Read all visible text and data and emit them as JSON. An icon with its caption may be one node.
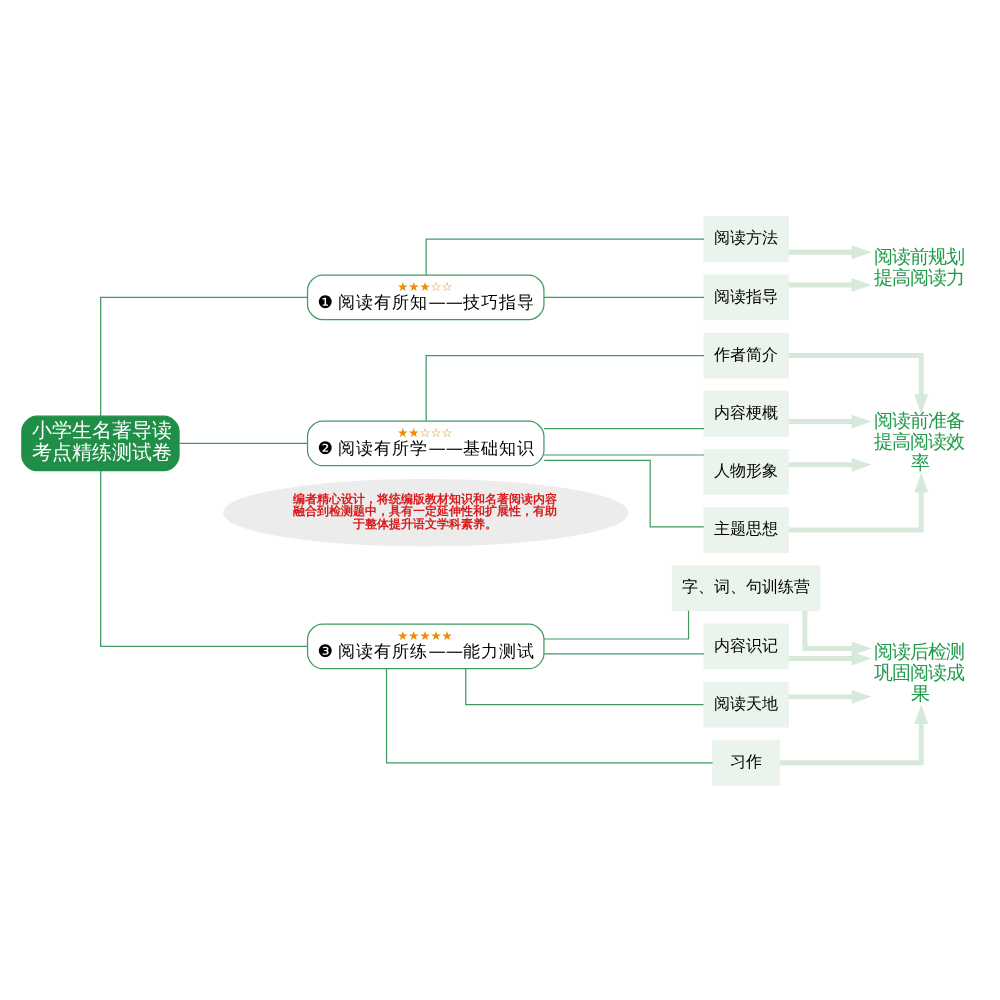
{
  "diagram": {
    "nodes": [
      {
        "text": [
          "小学生名著导读考点精练测试卷"
        ]
      },
      {
        "text": [
          "★★★☆☆",
          "❶ 阅读有所知——技巧指导"
        ]
      },
      {
        "text": [
          "阅读方法"
        ]
      },
      {
        "text": [
          "阅读指导"
        ]
      },
      {
        "text": [
          "阅读前规划提高阅读力"
        ]
      },
      {
        "text": [
          "★★☆☆☆",
          "❷ 阅读有所学——基础知识"
        ]
      },
      {
        "text": [
          "作者简介"
        ]
      },
      {
        "text": [
          "内容梗概"
        ]
      },
      {
        "text": [
          "人物形象"
        ]
      },
      {
        "text": [
          "主题思想"
        ]
      },
      {
        "text": [
          "阅读前准备提高阅读效率"
        ]
      },
      {
        "text": [
          "编者精心设计，将统编版教材知识和名著阅读内容融合到检测题中，具有一定延伸性和扩展性，有助于整体提升语文学科素养。"
        ]
      },
      {
        "text": [
          "★★★★★",
          "❸ 阅读有所练——能力测试"
        ]
      },
      {
        "text": [
          "字、词、句训练营"
        ]
      },
      {
        "text": [
          "内容识记"
        ]
      },
      {
        "text": [
          "阅读天地"
        ]
      },
      {
        "text": [
          "习作"
        ]
      },
      {
        "text": [
          "阅读后检测巩固阅读成果"
        ]
      }
    ],
    "edges": [
      {
        "from": 0,
        "to": 1,
        "arrow": "none"
      },
      {
        "from": 0,
        "to": 5,
        "arrow": "none"
      },
      {
        "from": 0,
        "to": 12,
        "arrow": "none"
      },
      {
        "from": 1,
        "to": 2,
        "arrow": "none"
      },
      {
        "from": 1,
        "to": 3,
        "arrow": "none"
      },
      {
        "from": 2,
        "to": 4,
        "arrow": "to",
        "style": "thick",
        "color": "#d6e9da"
      },
      {
        "from": 3,
        "to": 4,
        "arrow": "to",
        "style": "thick",
        "color": "#d6e9da"
      },
      {
        "from": 5,
        "to": 6,
        "arrow": "none"
      },
      {
        "from": 5,
        "to": 7,
        "arrow": "none"
      },
      {
        "from": 5,
        "to": 8,
        "arrow": "none"
      },
      {
        "from": 5,
        "to": 9,
        "arrow": "none"
      },
      {
        "from": 6,
        "to": 10,
        "arrow": "to",
        "style": "thick",
        "color": "#d6e9da"
      },
      {
        "from": 7,
        "to": 10,
        "arrow": "to",
        "style": "thick",
        "color": "#d6e9da"
      },
      {
        "from": 8,
        "to": 10,
        "arrow": "to",
        "style": "thick",
        "color": "#d6e9da"
      },
      {
        "from": 9,
        "to": 10,
        "arrow": "to",
        "style": "thick",
        "color": "#d6e9da"
      },
      {
        "from": 12,
        "to": 13,
        "arrow": "none"
      },
      {
        "from": 12,
        "to": 14,
        "arrow": "none"
      },
      {
        "from": 12,
        "to": 15,
        "arrow": "none"
      },
      {
        "from": 12,
        "to": 16,
        "arrow": "none"
      },
      {
        "from": 13,
        "to": 17,
        "arrow": "to",
        "style": "thick",
        "color": "#d6e9da"
      },
      {
        "from": 14,
        "to": 17,
        "arrow": "to",
        "style": "thick",
        "color": "#d6e9da"
      },
      {
        "from": 15,
        "to": 17,
        "arrow": "to",
        "style": "thick",
        "color": "#d6e9da"
      },
      {
        "from": 16,
        "to": 17,
        "arrow": "to",
        "style": "thick",
        "color": "#d6e9da"
      }
    ]
  }
}
